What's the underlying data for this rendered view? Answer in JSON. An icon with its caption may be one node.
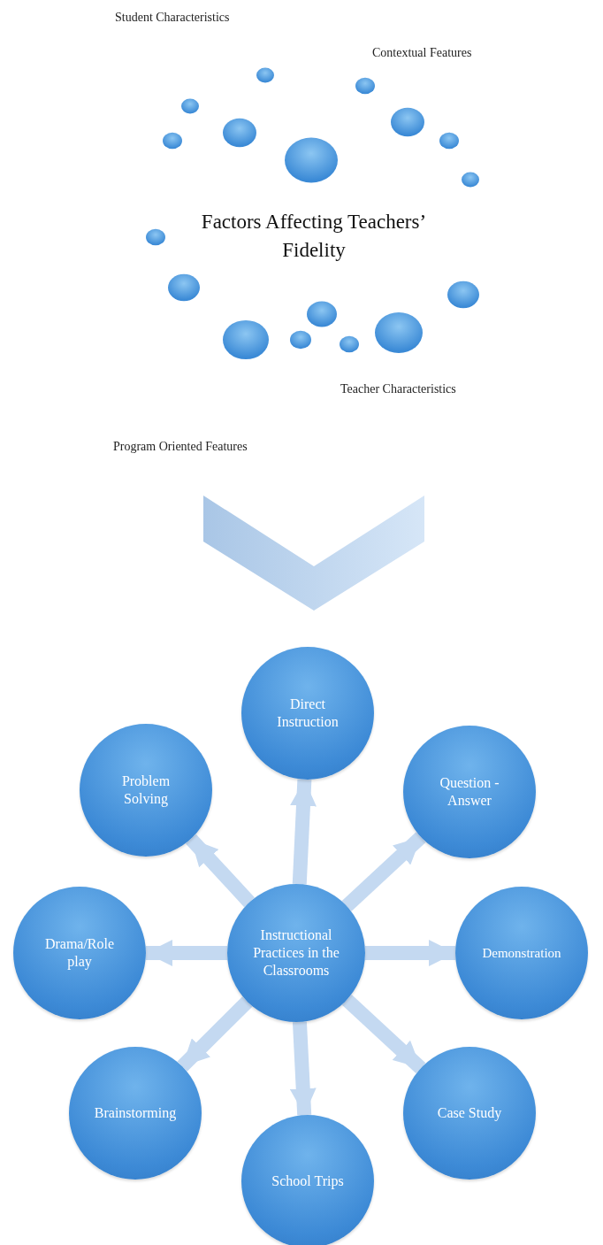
{
  "diagram": {
    "nodes": [
      {
        "text": [
          "Factors Affecting Teachers’ Fidelity"
        ]
      },
      {
        "text": [
          "Instructional Practices in the Classrooms"
        ]
      },
      {
        "text": [
          "Direct Instruction"
        ]
      },
      {
        "text": [
          "Question - Answer"
        ]
      },
      {
        "text": [
          "Demonstration"
        ]
      },
      {
        "text": [
          "Case Study"
        ]
      },
      {
        "text": [
          "School Trips"
        ]
      },
      {
        "text": [
          "Brainstorming"
        ]
      },
      {
        "text": [
          "Drama/Role play"
        ]
      },
      {
        "text": [
          "Problem Solving"
        ]
      }
    ],
    "edges": [
      {
        "from": 1,
        "to": 2,
        "arrow": "to"
      },
      {
        "from": 1,
        "to": 3,
        "arrow": "to"
      },
      {
        "from": 1,
        "to": 4,
        "arrow": "to"
      },
      {
        "from": 1,
        "to": 5,
        "arrow": "to"
      },
      {
        "from": 1,
        "to": 6,
        "arrow": "to"
      },
      {
        "from": 1,
        "to": 7,
        "arrow": "to"
      },
      {
        "from": 1,
        "to": 8,
        "arrow": "to"
      },
      {
        "from": 1,
        "to": 9,
        "arrow": "to"
      }
    ],
    "labels": [
      "Student Characteristics",
      "Contextual Features",
      "Teacher Characteristics",
      "Program Oriented Features"
    ]
  }
}
